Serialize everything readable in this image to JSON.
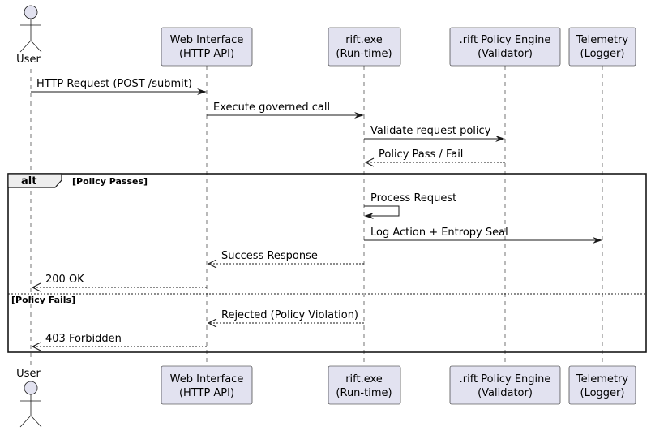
{
  "participants": {
    "user": "User",
    "web": {
      "line1": "Web Interface",
      "line2": "(HTTP API)"
    },
    "rift": {
      "line1": "rift.exe",
      "line2": "(Run-time)"
    },
    "policy": {
      "line1": ".rift Policy Engine",
      "line2": "(Validator)"
    },
    "telemetry": {
      "line1": "Telemetry",
      "line2": "(Logger)"
    }
  },
  "messages": {
    "m1": "HTTP Request (POST /submit)",
    "m2": "Execute governed call",
    "m3": "Validate request policy",
    "m4": "Policy Pass / Fail",
    "m5": "Process Request",
    "m6": "Log Action + Entropy Seal",
    "m7": "Success Response",
    "m8": "200 OK",
    "m9": "Rejected (Policy Violation)",
    "m10": "403 Forbidden"
  },
  "fragment": {
    "operator": "alt",
    "guard1": "[Policy Passes]",
    "guard2": "[Policy Fails]"
  },
  "colors": {
    "participant_fill": "#e2e2f0",
    "line": "#181818"
  }
}
